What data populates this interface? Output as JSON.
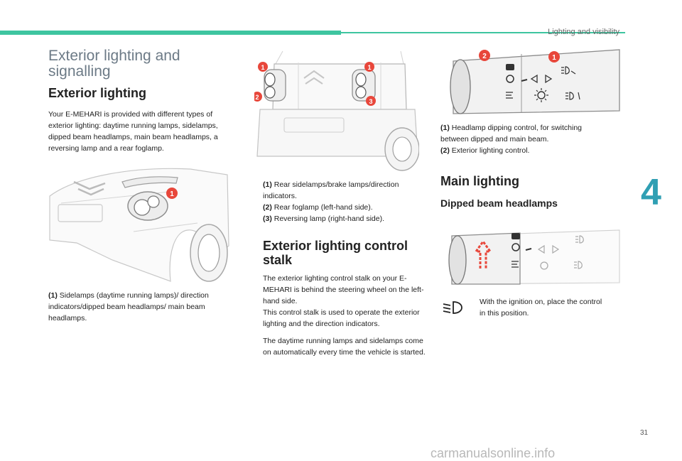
{
  "header": {
    "title": "Lighting and visibility"
  },
  "chapter_number": "4",
  "page_number": "31",
  "watermark": "carmanualsonline.info",
  "section_title": "Exterior lighting and signalling",
  "exterior": {
    "heading": "Exterior lighting",
    "intro": "Your E-MEHARI is provided with different types of exterior lighting: daytime running lamps, sidelamps, dipped beam headlamps, main beam headlamps, a reversing lamp and a rear foglamp."
  },
  "front_caption": {
    "num": "(1)",
    "text": " Sidelamps (daytime running lamps)/ direction indicators/dipped beam headlamps/ main beam headlamps."
  },
  "rear_captions": [
    {
      "num": "(1)",
      "text": " Rear sidelamps/brake lamps/direction indicators."
    },
    {
      "num": "(2)",
      "text": " Rear foglamp (left-hand side)."
    },
    {
      "num": "(3)",
      "text": " Reversing lamp (right-hand side)."
    }
  ],
  "control": {
    "heading": "Exterior lighting control stalk",
    "p1": "The exterior lighting control stalk on your E-MEHARI is behind the steering wheel on the left-hand side.",
    "p2": "This control stalk is used to operate the exterior lighting and the direction indicators.",
    "p3": "The daytime running lamps and sidelamps come on automatically every time the vehicle is started."
  },
  "stalk_captions": [
    {
      "num": "(1)",
      "text": " Headlamp dipping control, for switching between dipped and main beam."
    },
    {
      "num": "(2)",
      "text": " Exterior lighting control."
    }
  ],
  "main": {
    "heading": "Main lighting",
    "dipped_heading": "Dipped beam headlamps",
    "instruction": "With the ignition on, place the control in this position."
  },
  "callouts": {
    "one": "1",
    "two": "2",
    "three": "3"
  },
  "colors": {
    "accent": "#3ec5a0",
    "callout": "#e8473b",
    "chapter": "#2f9fb3",
    "title_grey": "#6c7a86"
  }
}
